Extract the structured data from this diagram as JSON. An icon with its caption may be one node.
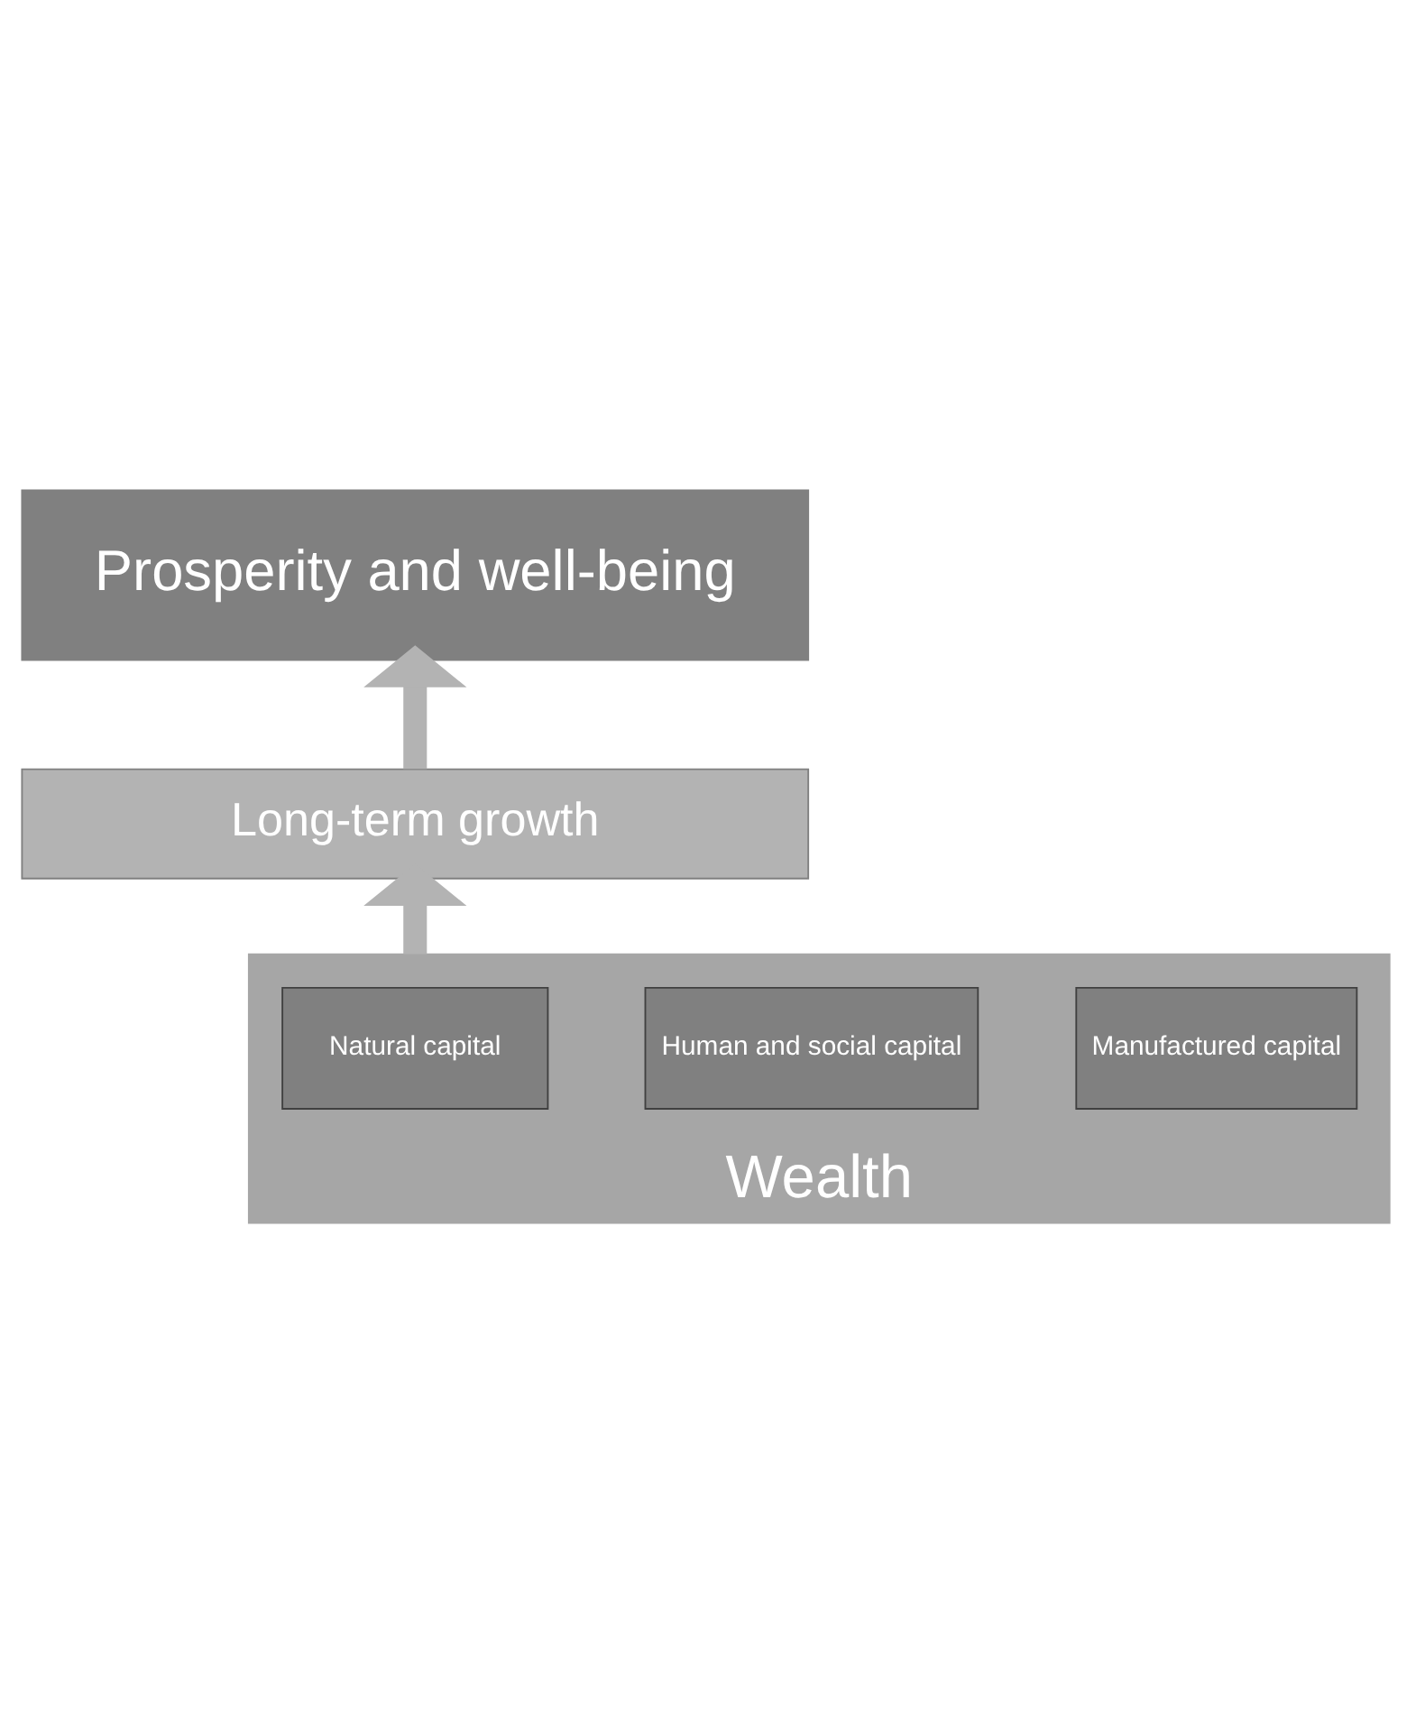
{
  "diagram": {
    "nodes": [
      {
        "text": [
          "Prosperity and well-being"
        ]
      },
      {
        "text": [
          "Long-term growth"
        ]
      },
      {
        "text": [
          "Wealth"
        ]
      },
      {
        "text": [
          "Manufactured capital"
        ],
        "in": 2
      },
      {
        "text": [
          "Human and social capital"
        ],
        "in": 2
      },
      {
        "text": [
          "Natural capital"
        ],
        "in": 2
      }
    ],
    "edges": [
      {
        "from": 2,
        "to": 1,
        "arrow": "to"
      },
      {
        "from": 1,
        "to": 0,
        "arrow": "to"
      }
    ]
  }
}
